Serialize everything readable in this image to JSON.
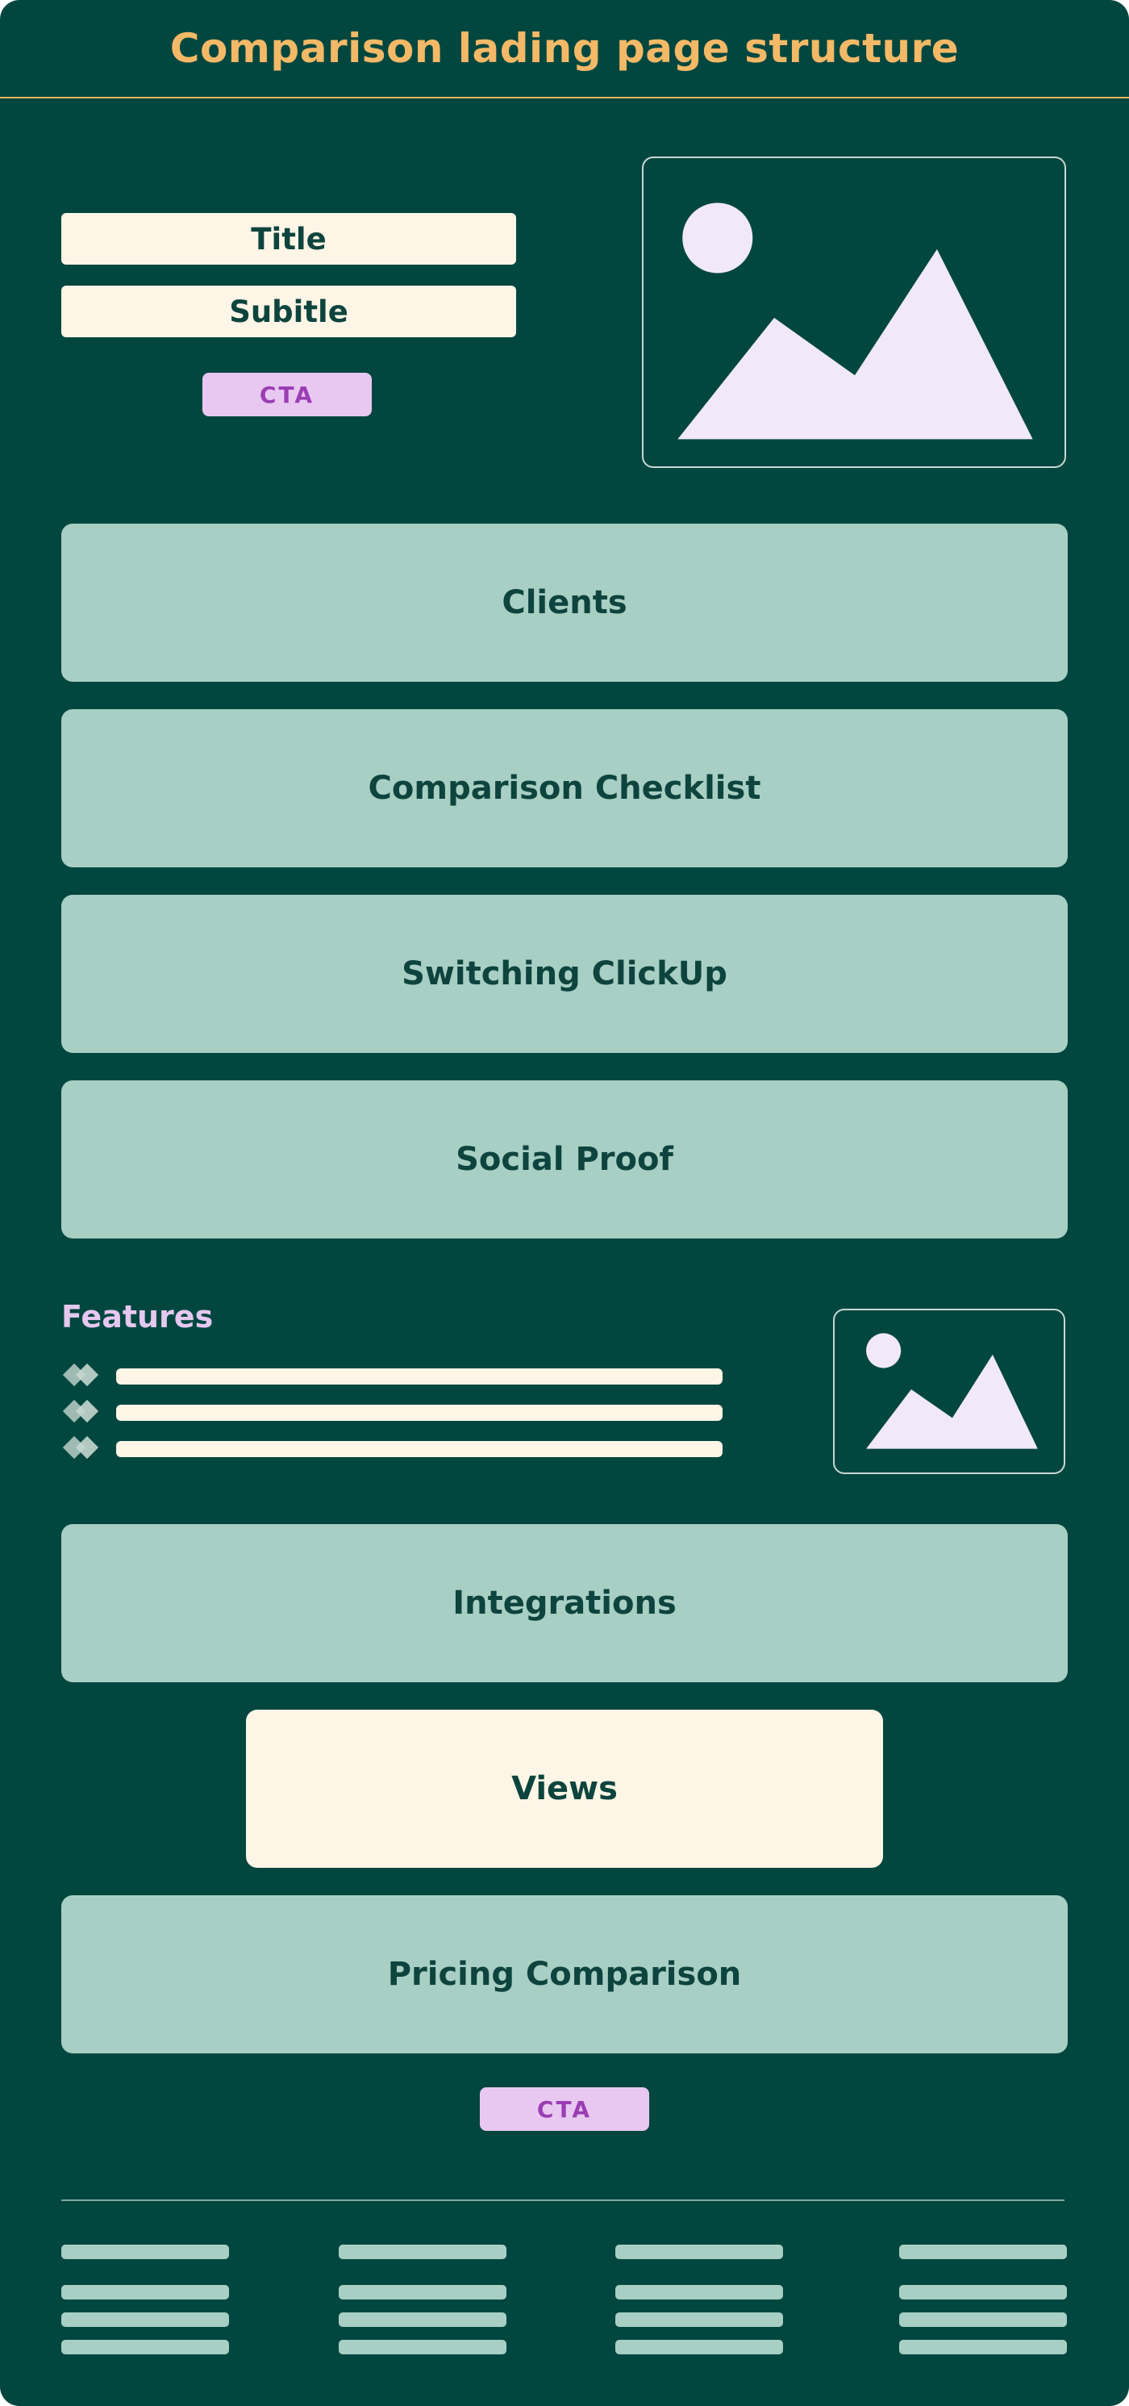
{
  "header": {
    "title": "Comparison lading page structure"
  },
  "hero": {
    "title_label": "Title",
    "subtitle_label": "Subitle",
    "cta_label": "CTA"
  },
  "sections": {
    "clients": "Clients",
    "comparison_checklist": "Comparison Checklist",
    "switching": "Switching ClickUp",
    "social_proof": "Social Proof",
    "integrations": "Integrations",
    "views": "Views",
    "pricing": "Pricing Comparison"
  },
  "features": {
    "title": "Features",
    "item_icon": "diamond-bullet-icon",
    "item_count": 3
  },
  "bottom_cta": {
    "label": "CTA"
  },
  "footer": {
    "columns": 4,
    "lines_per_column": 4
  },
  "colors": {
    "background": "#02473f",
    "header_title": "#f4b967",
    "section": "#a8cfc4",
    "cream": "#fdf5e6",
    "cta_bg": "#e8c8f1",
    "cta_text": "#9b3db4",
    "features_title": "#e5c8f0",
    "image_fill": "#f1e9f7"
  }
}
